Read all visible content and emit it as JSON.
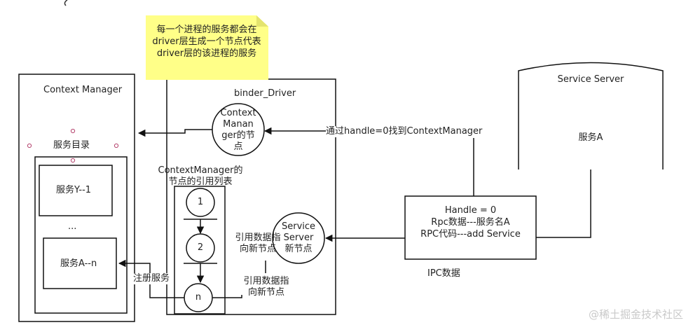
{
  "note": "每一个进程的服务都会在driver层生成一个节点代表driver层的该进程的服务",
  "context_manager": {
    "title": "Context Manager",
    "directory": "服务目录",
    "item1": "服务Y--1",
    "ellipsis": "...",
    "item2": "服务A--n"
  },
  "binder_driver": {
    "title": "binder_Driver",
    "cm_node": [
      "Context",
      "Manan",
      "ger的节",
      "点"
    ],
    "ref_list": [
      "ContextManager的",
      "节点的引用列表"
    ],
    "nodes": [
      "1",
      "2",
      "n"
    ],
    "service_node": [
      "Service",
      "Server",
      "新节点"
    ],
    "ref_point_1": [
      "引用数据指",
      "向新节点"
    ],
    "ref_point_2": [
      "引用数据指",
      "向新节点"
    ]
  },
  "service_server": {
    "title": "Service Server",
    "service": "服务A"
  },
  "packet": {
    "lines": [
      "Handle = 0",
      "Rpc数据---服务名A",
      "RPC代码---add Service"
    ],
    "caption": "IPC数据"
  },
  "edges": {
    "find_cm": "通过handle=0找到ContextManager",
    "register": "注册服务"
  },
  "watermark": "@稀土掘金技术社区"
}
